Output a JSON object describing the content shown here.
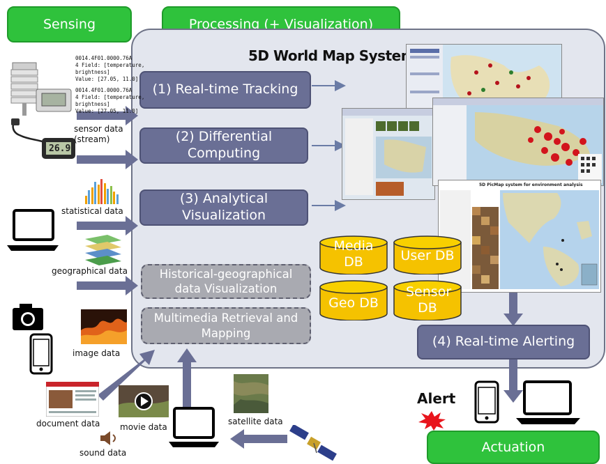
{
  "headers": {
    "sensing": "Sensing",
    "processing": "Processing (+ Visualization)",
    "actuation": "Actuation"
  },
  "system_title": "5D World Map System",
  "processes": [
    {
      "label": "(1) Real-time Tracking"
    },
    {
      "label": "(2) Differential Computing"
    },
    {
      "label": "(3) Analytical Visualization"
    },
    {
      "label": "Historical-geographical data Visualization"
    },
    {
      "label": "Multimedia Retrieval and Mapping"
    }
  ],
  "alerting": "(4) Real-time Alerting",
  "databases": [
    "Media DB",
    "User DB",
    "Geo DB",
    "Sensor DB"
  ],
  "sensor_readout": [
    "0014.4F01.0000.76A\n4 Field: [temperature,\nbrightness]\nValue: [27.05, 11.0]",
    "0014.4F01.0000.76A\n4 Field: [temperature,\nbrightness]\nValue: [27.05, 11.0]"
  ],
  "thermometer_reading": "26.9",
  "data_labels": {
    "sensor_data": "sensor data\n(stream)",
    "statistical": "statistical data",
    "geographical": "geographical data",
    "image": "image data",
    "document": "document data",
    "movie": "movie data",
    "sound": "sound data",
    "satellite": "satellite data"
  },
  "alert_label": "Alert",
  "screenshot_caption": "5D PicMap system for environment analysis",
  "colors": {
    "green": "#2fc23c",
    "process": "#6a6f95",
    "db_yellow": "#f5c200",
    "panel": "#e3e6ee",
    "arrow": "#6a6f95"
  }
}
